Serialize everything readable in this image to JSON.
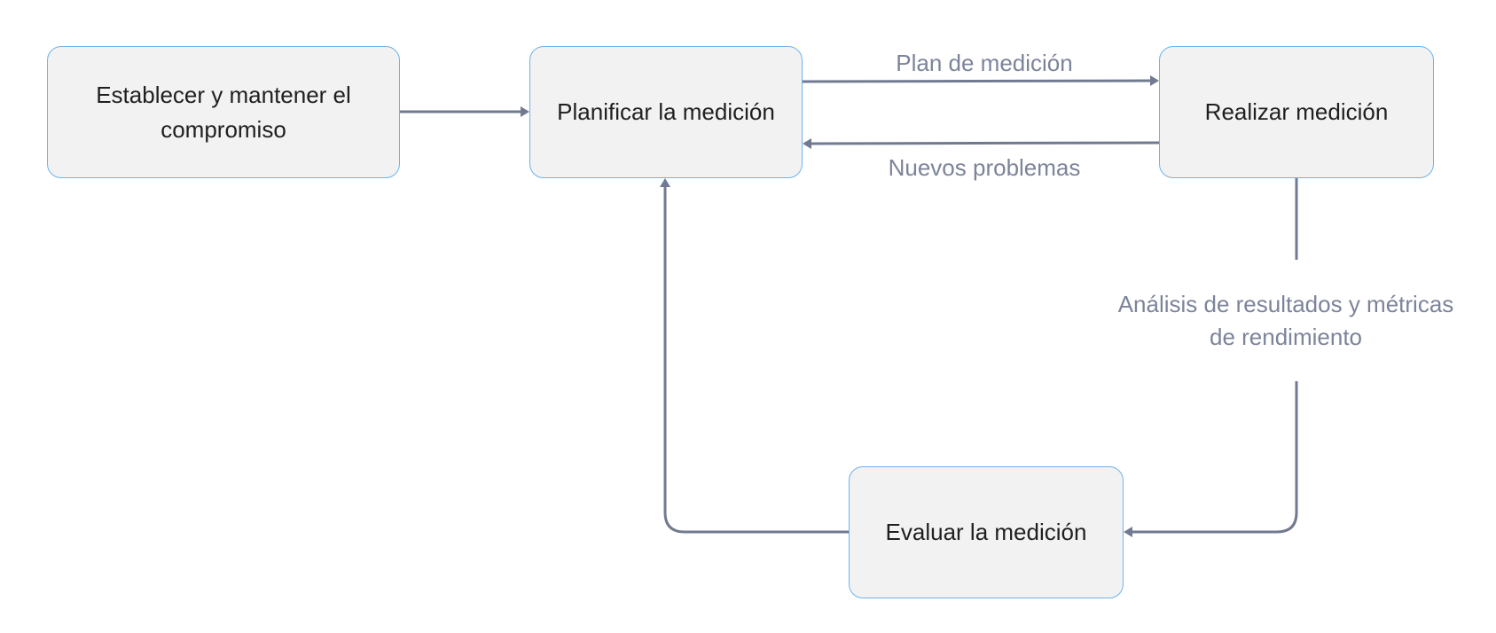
{
  "diagram": {
    "nodes": {
      "establish": {
        "label": "Establecer y mantener el compromiso"
      },
      "plan": {
        "label": "Planificar la medición"
      },
      "perform": {
        "label": "Realizar medición"
      },
      "evaluate": {
        "label": "Evaluar la medición"
      }
    },
    "edges": [
      {
        "from": "establish",
        "to": "plan",
        "label": ""
      },
      {
        "from": "plan",
        "to": "perform",
        "label": "Plan de medición"
      },
      {
        "from": "perform",
        "to": "plan",
        "label": "Nuevos problemas"
      },
      {
        "from": "perform",
        "to": "evaluate",
        "label": "Análisis de resultados y métricas de rendimiento"
      },
      {
        "from": "evaluate",
        "to": "plan",
        "label": ""
      }
    ],
    "labels": {
      "plan_medicion": "Plan de medición",
      "nuevos_problemas": "Nuevos problemas",
      "analisis": "Análisis de resultados y métricas de rendimiento"
    },
    "colors": {
      "node_fill": "#f2f2f2",
      "node_border": "#6db3ec",
      "edge": "#727a91",
      "edge_label": "#7c849a",
      "node_text": "#1f1f1f"
    }
  }
}
